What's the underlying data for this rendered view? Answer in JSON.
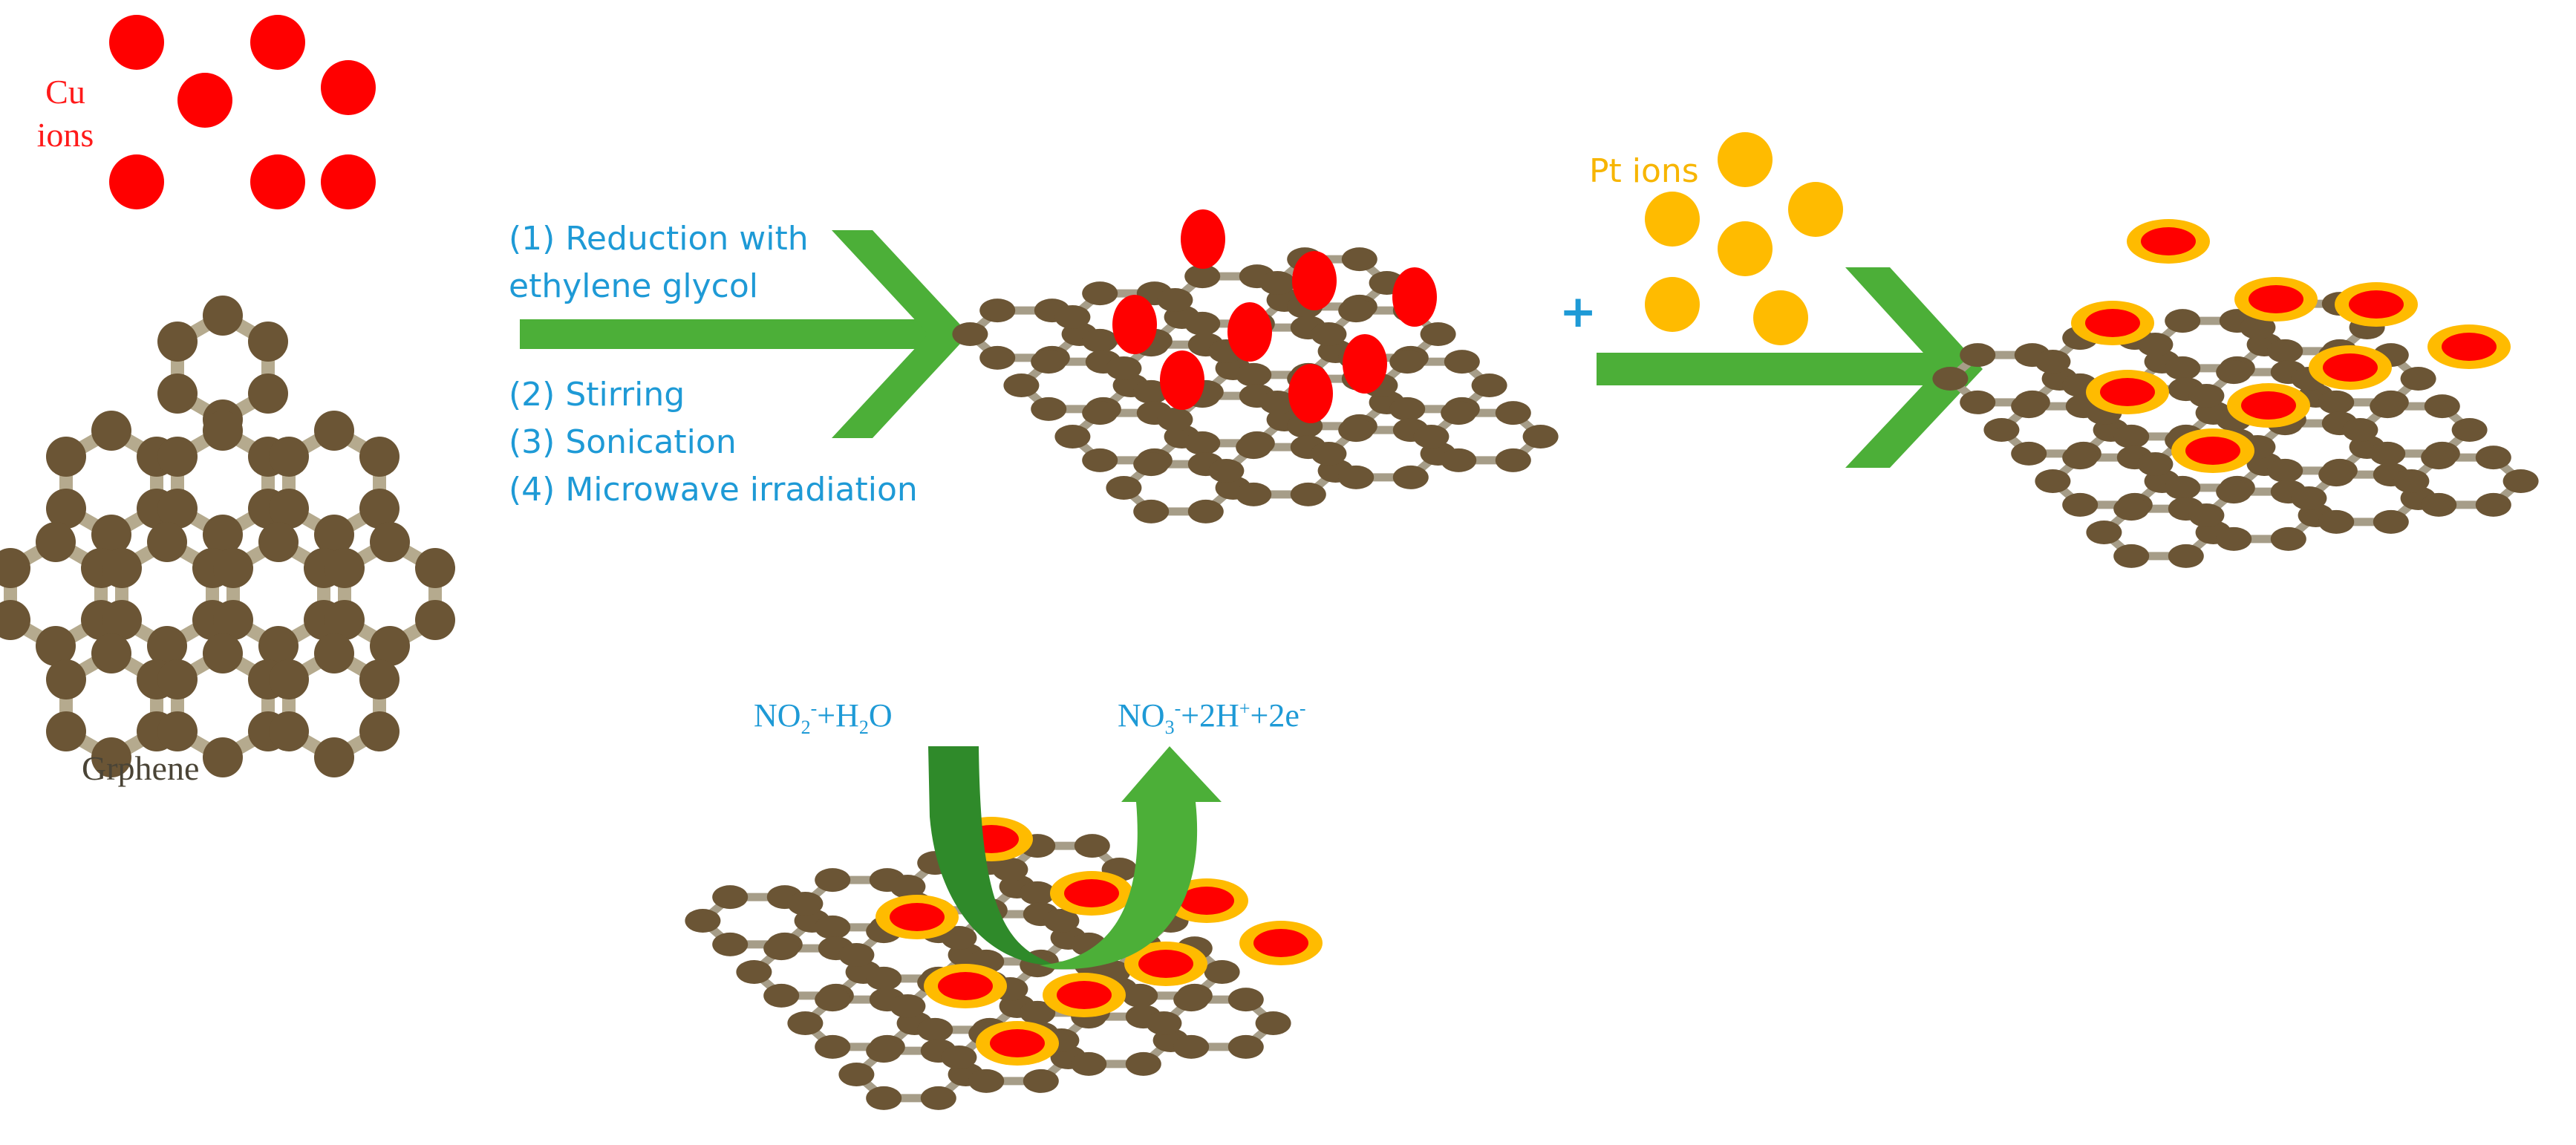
{
  "labels": {
    "cu_ions_line1": "Cu",
    "cu_ions_line2": "ions",
    "graphene": "Grphene",
    "step1_line1": "(1) Reduction with",
    "step1_line2": "ethylene glycol",
    "step2": "(2) Stirring",
    "step3": "(3) Sonication",
    "step4": "(4) Microwave irradiation",
    "pt_ions": "Pt ions",
    "plus": "+"
  },
  "reaction": {
    "reactant_prefix": "NO",
    "reactant_sub": "2",
    "reactant_sup": "-",
    "reactant_suffix": "+H",
    "reactant_water_sub": "2",
    "reactant_end": "O",
    "product_prefix": "NO",
    "product_sub": "3",
    "product_sup": "-",
    "product_mid": "+2H",
    "product_h_sup": "+",
    "product_e": "+2e",
    "product_e_sup": "-"
  },
  "colors": {
    "cu": "#ff0000",
    "pt": "#ffbb00",
    "arrow": "#4caf38",
    "text_blue": "#1e9ad6",
    "carbon": "#6b5535"
  }
}
